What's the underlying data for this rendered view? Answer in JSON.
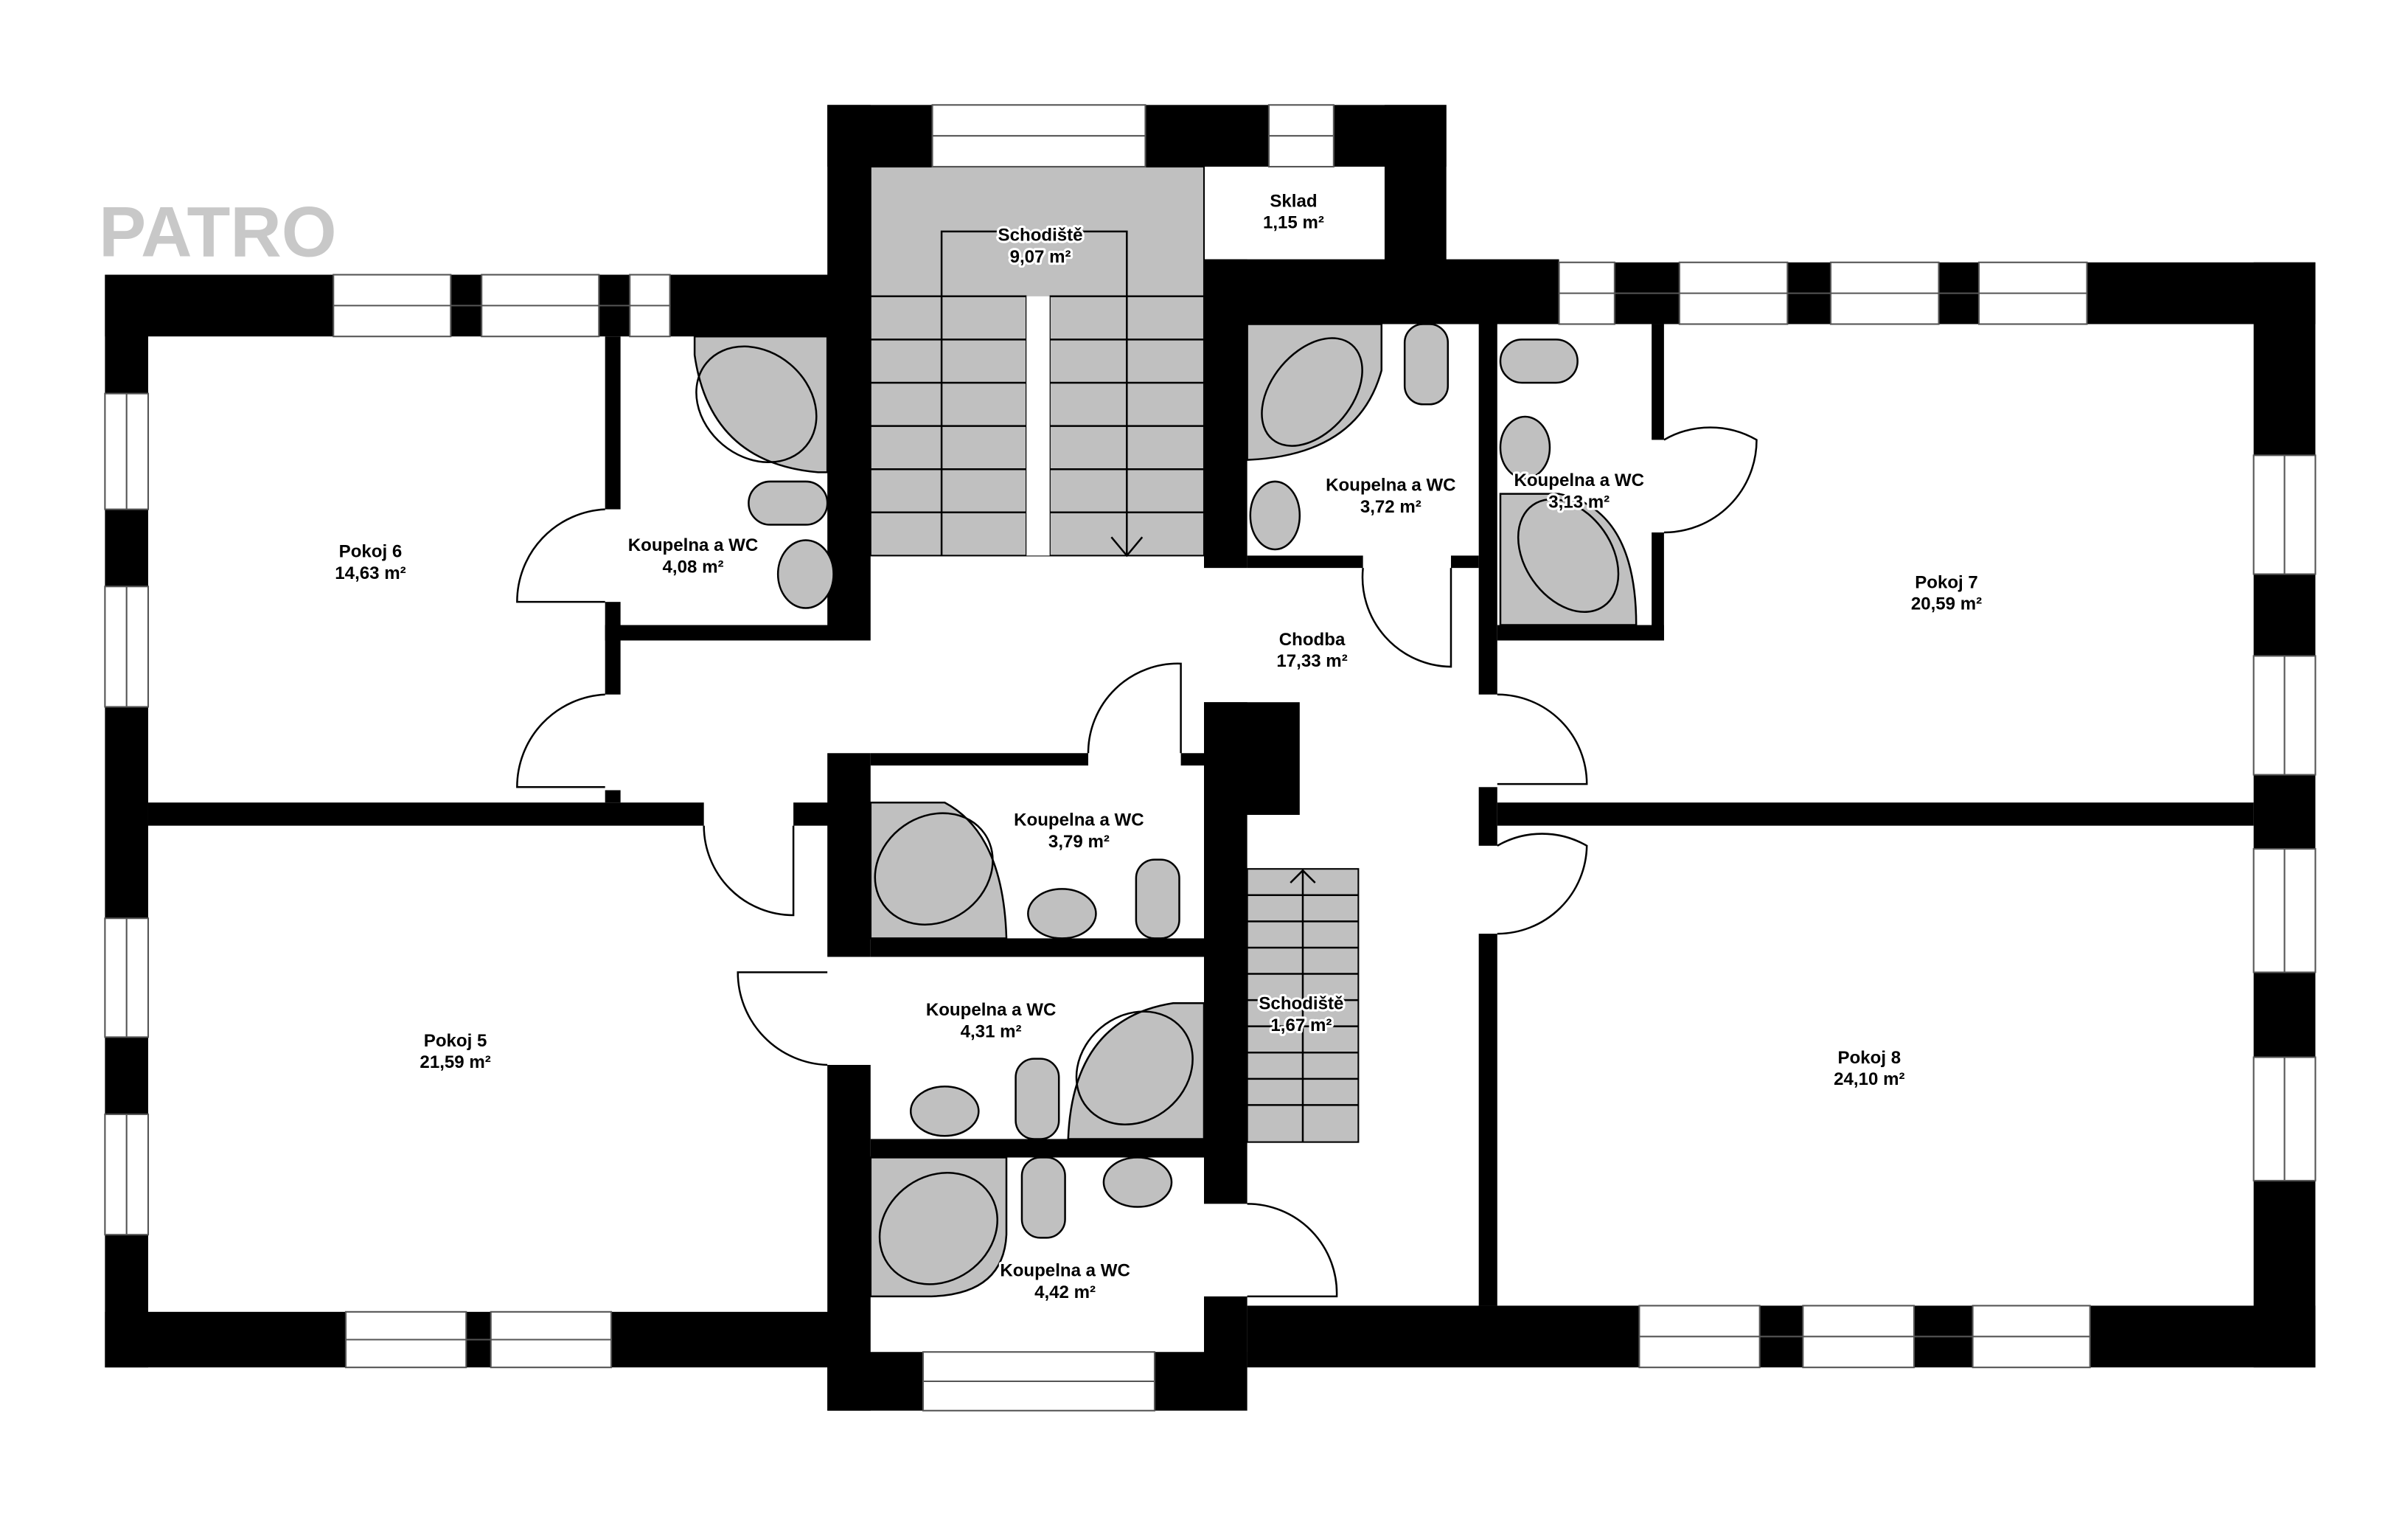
{
  "title": "PATRO",
  "rooms": {
    "pokoj6": {
      "name": "Pokoj 6",
      "area": "14,63 m²"
    },
    "koupelna408": {
      "name": "Koupelna a WC",
      "area": "4,08 m²"
    },
    "schodiste907": {
      "name": "Schodiště",
      "area": "9,07 m²"
    },
    "sklad": {
      "name": "Sklad",
      "area": "1,15 m²"
    },
    "koupelna372": {
      "name": "Koupelna a WC",
      "area": "3,72 m²"
    },
    "koupelna313": {
      "name": "Koupelna a WC",
      "area": "3,13 m²"
    },
    "pokoj7": {
      "name": "Pokoj 7",
      "area": "20,59 m²"
    },
    "chodba": {
      "name": "Chodba",
      "area": "17,33 m²"
    },
    "koupelna379": {
      "name": "Koupelna a WC",
      "area": "3,79 m²"
    },
    "pokoj5": {
      "name": "Pokoj 5",
      "area": "21,59 m²"
    },
    "koupelna431": {
      "name": "Koupelna a WC",
      "area": "4,31 m²"
    },
    "schodiste167": {
      "name": "Schodiště",
      "area": "1,67 m²"
    },
    "pokoj8": {
      "name": "Pokoj 8",
      "area": "24,10 m²"
    },
    "koupelna442": {
      "name": "Koupelna a WC",
      "area": "4,42 m²"
    }
  }
}
